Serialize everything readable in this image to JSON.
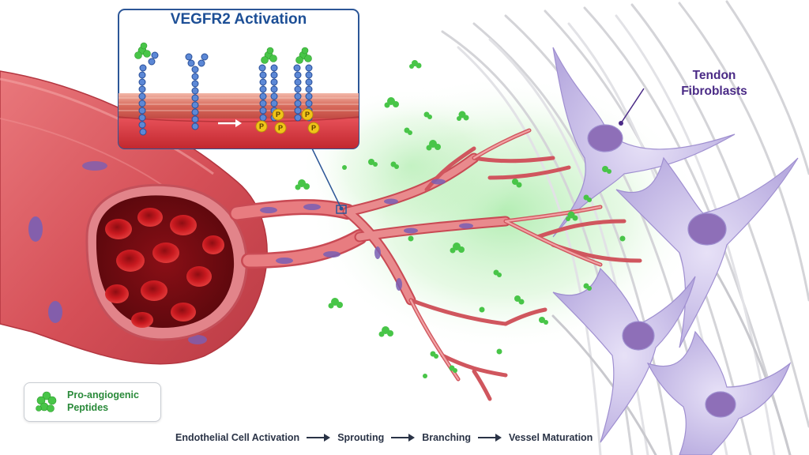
{
  "inset": {
    "title": "VEGFR2 Activation",
    "phospho_label": "P"
  },
  "fibroblasts": {
    "label_line1": "Tendon",
    "label_line2": "Fibroblasts"
  },
  "legend": {
    "line1": "Pro-angiogenic",
    "line2": "Peptides",
    "icon": "peptide-cluster-icon"
  },
  "process_flow": {
    "steps": [
      "Endothelial Cell Activation",
      "Sprouting",
      "Branching",
      "Vessel Maturation"
    ]
  },
  "colors": {
    "vessel": "#d9525a",
    "blood_cell": "#c4161c",
    "endothelial_nucleus": "#7a5fb4",
    "fibroblast": "#c8bfe8",
    "collagen_fiber": "#d6d6da",
    "peptide": "#4cc74c",
    "receptor": "#3f6fc4",
    "phosphate": "#f0c419",
    "inset_border": "#2c5697",
    "title_blue": "#1d4f96",
    "label_purple": "#4a2a86",
    "legend_text": "#2a8a3a"
  }
}
